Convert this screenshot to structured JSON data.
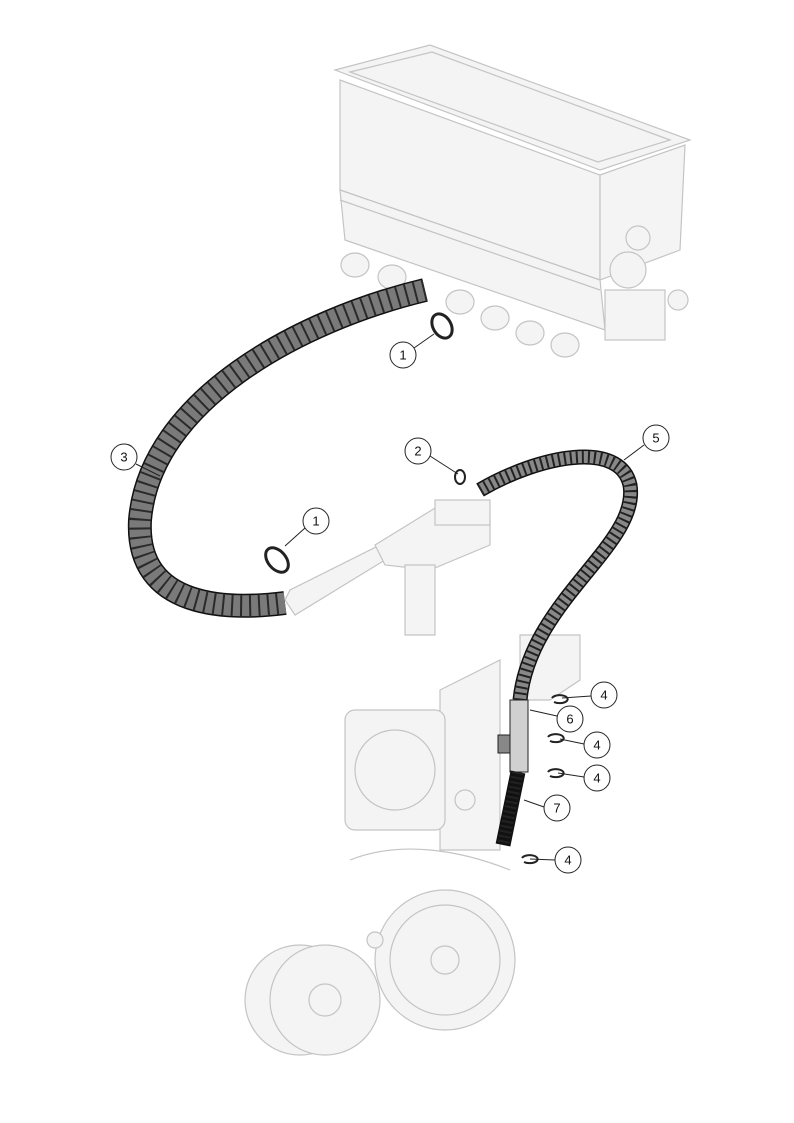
{
  "diagram": {
    "callouts": [
      {
        "id": "callout-1a",
        "label": "1",
        "part": "hose-clamp"
      },
      {
        "id": "callout-3",
        "label": "3",
        "part": "large-hose"
      },
      {
        "id": "callout-2",
        "label": "2",
        "part": "small-clamp"
      },
      {
        "id": "callout-5",
        "label": "5",
        "part": "seed-tube-hose"
      },
      {
        "id": "callout-1b",
        "label": "1",
        "part": "hose-clamp"
      },
      {
        "id": "callout-4a",
        "label": "4",
        "part": "retaining-clip"
      },
      {
        "id": "callout-6",
        "label": "6",
        "part": "hose-adapter"
      },
      {
        "id": "callout-4b",
        "label": "4",
        "part": "retaining-clip"
      },
      {
        "id": "callout-4c",
        "label": "4",
        "part": "retaining-clip"
      },
      {
        "id": "callout-7",
        "label": "7",
        "part": "lower-hose"
      },
      {
        "id": "callout-4d",
        "label": "4",
        "part": "retaining-clip"
      }
    ]
  }
}
